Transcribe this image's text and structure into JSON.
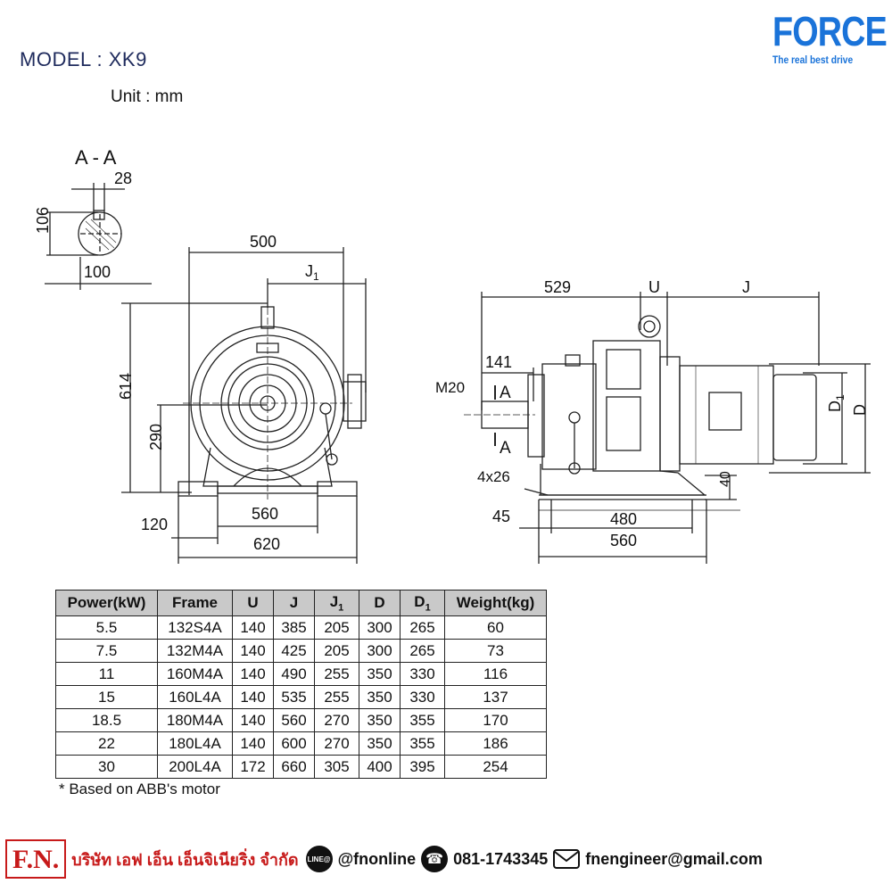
{
  "header": {
    "model": "MODEL : XK9",
    "unit": "Unit : mm",
    "brand_name": "FORCE",
    "brand_tagline": "The real best drive",
    "brand_color": "#1a73d9"
  },
  "drawing": {
    "section_label": "A - A",
    "dims": {
      "d28": "28",
      "d106": "106",
      "d100": "100",
      "d500": "500",
      "j1": "J1",
      "d614": "614",
      "d290": "290",
      "d120": "120",
      "d560": "560",
      "d620": "620",
      "d529": "529",
      "u": "U",
      "j": "J",
      "d141": "141",
      "m20": "M20",
      "sec_a": "A",
      "d4x26": "4x26",
      "d45": "45",
      "d40": "40",
      "d480": "480",
      "d560b": "560",
      "d1": "D1",
      "d": "D"
    }
  },
  "table": {
    "headers": [
      "Power(kW)",
      "Frame",
      "U",
      "J",
      "J1",
      "D",
      "D1",
      "Weight(kg)"
    ],
    "rows": [
      [
        "5.5",
        "132S4A",
        "140",
        "385",
        "205",
        "300",
        "265",
        "60"
      ],
      [
        "7.5",
        "132M4A",
        "140",
        "425",
        "205",
        "300",
        "265",
        "73"
      ],
      [
        "11",
        "160M4A",
        "140",
        "490",
        "255",
        "350",
        "330",
        "116"
      ],
      [
        "15",
        "160L4A",
        "140",
        "535",
        "255",
        "350",
        "330",
        "137"
      ],
      [
        "18.5",
        "180M4A",
        "140",
        "560",
        "270",
        "350",
        "355",
        "170"
      ],
      [
        "22",
        "180L4A",
        "140",
        "600",
        "270",
        "350",
        "355",
        "186"
      ],
      [
        "30",
        "200L4A",
        "172",
        "660",
        "305",
        "400",
        "395",
        "254"
      ]
    ]
  },
  "footnote": "* Based on ABB's motor",
  "footer": {
    "logo": "F.N.",
    "company": "บริษัท เอฟ เอ็น เอ็นจิเนียริ่ง จำกัด",
    "line_badge": "LINE@",
    "line_id": "@fnonline",
    "phone": "081-1743345",
    "email": "fnengineer@gmail.com",
    "accent_color": "#c71a1a"
  }
}
